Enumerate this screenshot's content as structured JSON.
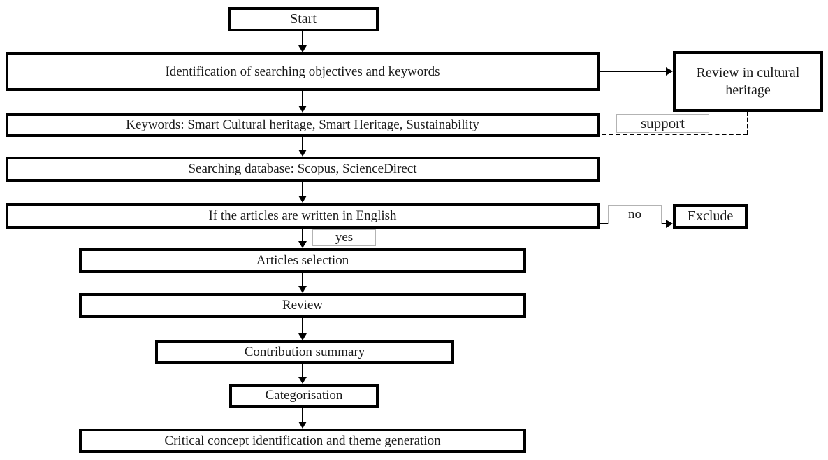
{
  "flowchart": {
    "nodes": {
      "start": {
        "label": "Start"
      },
      "identification": {
        "label": "Identification of searching objectives and keywords"
      },
      "review_cultural_heritage": {
        "label": "Review in cultural heritage"
      },
      "keywords": {
        "label": "Keywords: Smart Cultural heritage, Smart Heritage, Sustainability"
      },
      "searching_database": {
        "label": "Searching database: Scopus, ScienceDirect"
      },
      "english_check": {
        "label": "If the articles are written in English"
      },
      "exclude": {
        "label": "Exclude"
      },
      "articles_selection": {
        "label": "Articles selection"
      },
      "review": {
        "label": "Review"
      },
      "contribution_summary": {
        "label": "Contribution summary"
      },
      "categorisation": {
        "label": "Categorisation"
      },
      "critical_concept": {
        "label": "Critical concept identification and theme generation"
      }
    },
    "edge_labels": {
      "support": "support",
      "no": "no",
      "yes": "yes"
    },
    "colors": {
      "box_border": "#000000",
      "text": "#1a1a1a",
      "background": "#ffffff",
      "edge_label_border": "#b3b3b3"
    }
  }
}
